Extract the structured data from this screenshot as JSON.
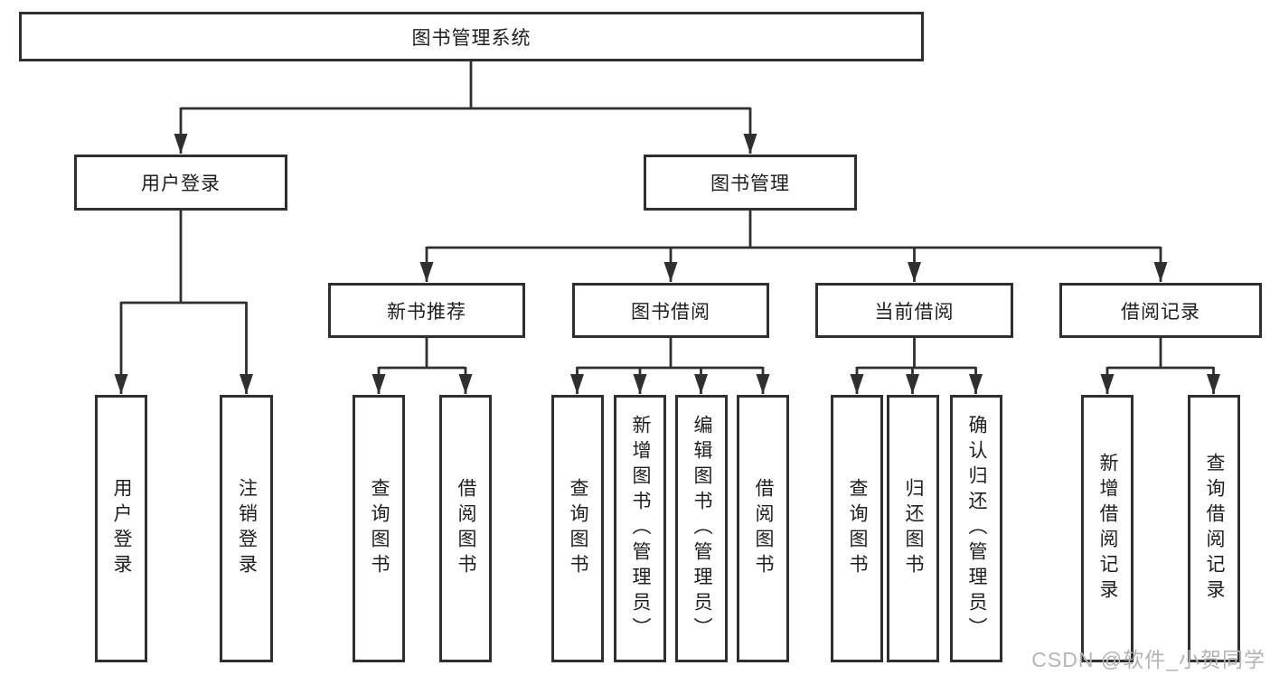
{
  "diagram": {
    "root": {
      "label": "图书管理系统"
    },
    "level2": [
      {
        "label": "用户登录"
      },
      {
        "label": "图书管理"
      }
    ],
    "level3": [
      {
        "label": "新书推荐"
      },
      {
        "label": "图书借阅"
      },
      {
        "label": "当前借阅"
      },
      {
        "label": "借阅记录"
      }
    ],
    "leaves": [
      {
        "label": "用户登录"
      },
      {
        "label": "注销登录"
      },
      {
        "label": "查询图书"
      },
      {
        "label": "借阅图书"
      },
      {
        "label": "查询图书"
      },
      {
        "label": "新增图书（管理员）"
      },
      {
        "label": "编辑图书（管理员）"
      },
      {
        "label": "借阅图书"
      },
      {
        "label": "查询图书"
      },
      {
        "label": "归还图书"
      },
      {
        "label": "确认归还（管理员）"
      },
      {
        "label": "新增借阅记录"
      },
      {
        "label": "查询借阅记录"
      }
    ],
    "watermark": "CSDN @软件_小贺同学",
    "colors": {
      "line": "#2f2f2f",
      "text": "#1e1e1e",
      "box_background": "#ffffff",
      "watermark": "#b4b4b4"
    }
  }
}
